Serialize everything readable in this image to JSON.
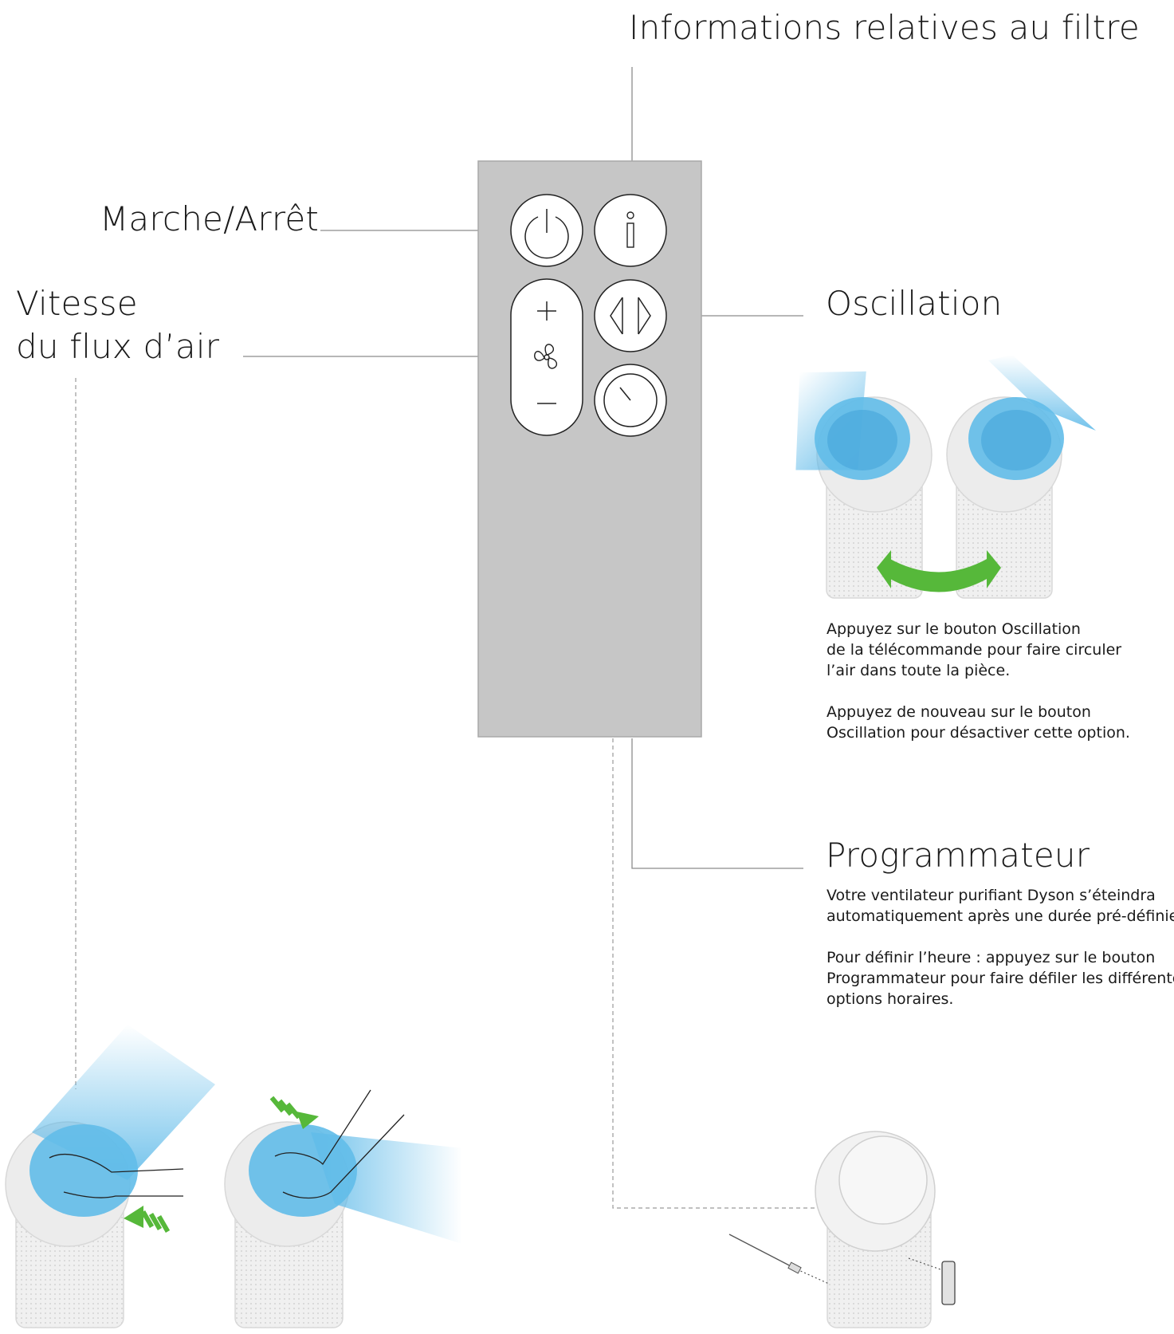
{
  "labels": {
    "filter_info": "Informations relatives au filtre",
    "power": "Marche/Arrêt",
    "airflow_line1": "Vitesse",
    "airflow_line2": "du flux d’air",
    "oscillation": "Oscillation",
    "timer": "Programmateur"
  },
  "oscillation_text": {
    "p1": [
      "Appuyez sur le bouton Oscillation",
      "de la télécommande pour faire circuler",
      "l’air dans toute la pièce."
    ],
    "p2": [
      "Appuyez de nouveau sur le bouton",
      "Oscillation pour désactiver cette option."
    ]
  },
  "timer_text": {
    "p1": [
      "Votre ventilateur purifiant Dyson s’éteindra",
      "automatiquement après une durée pré-définie."
    ],
    "p2": [
      "Pour définir l’heure : appuyez sur le bouton",
      "Programmateur pour faire défiler les différentes",
      "options horaires."
    ]
  },
  "remote": {
    "buttons": [
      "power-icon",
      "info-icon",
      "airflow-rocker",
      "oscillation-icon",
      "timer-icon"
    ],
    "rocker_plus": "+",
    "rocker_minus": "–",
    "info_glyph": "i"
  },
  "colors": {
    "remote_body": "#c6c6c6",
    "button_fill": "#ffffff",
    "line": "#8c8c8c",
    "airflow_blue": "#5ab8e8",
    "arrow_green": "#56b83a",
    "device_grey": "#e9e9e9"
  }
}
